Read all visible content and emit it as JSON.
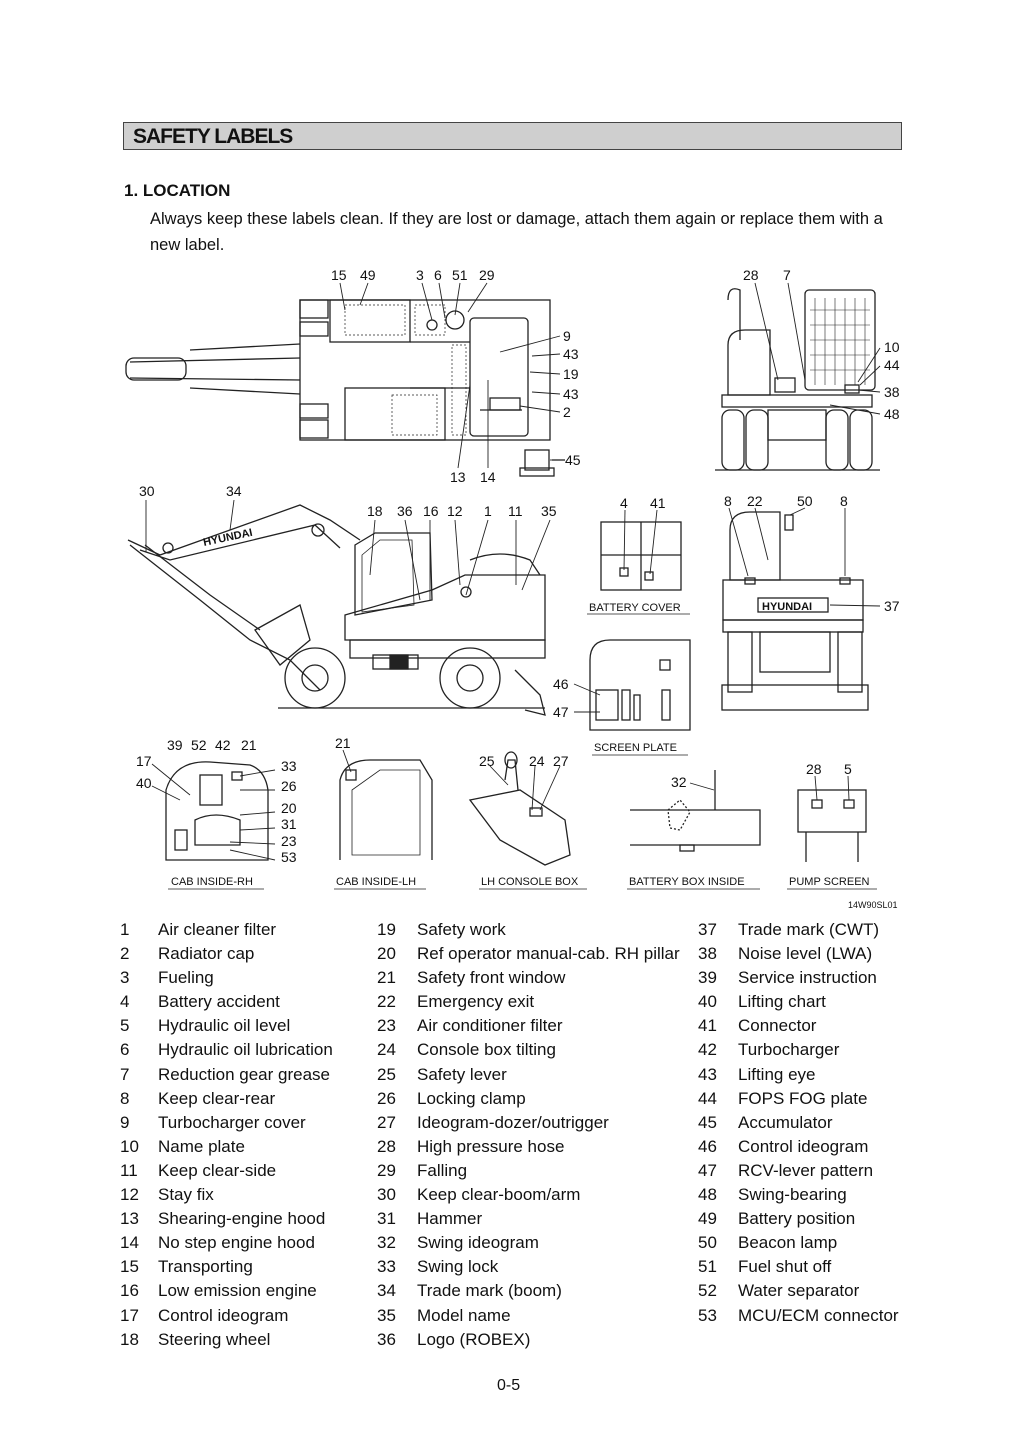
{
  "header": {
    "title": "SAFETY LABELS"
  },
  "section": {
    "heading": "1.  LOCATION",
    "intro": "Always keep these labels clean.  If they are lost or damage, attach them again or replace them with a new label."
  },
  "figure": {
    "code": "14W90SL01",
    "captions": {
      "battery_cover": "BATTERY COVER",
      "screen_plate": "SCREEN PLATE",
      "cab_inside_rh": "CAB INSIDE-RH",
      "cab_inside_lh": "CAB INSIDE-LH",
      "lh_console_box": "LH CONSOLE BOX",
      "battery_box_inside": "BATTERY BOX INSIDE",
      "pump_screen": "PUMP SCREEN"
    },
    "brand": "HYUNDAI",
    "callouts": {
      "top": [
        "15",
        "49",
        "3",
        "6",
        "51",
        "29",
        "9",
        "43",
        "19",
        "43",
        "2",
        "45",
        "13",
        "14"
      ],
      "rear": [
        "28",
        "7",
        "10",
        "44",
        "38",
        "48"
      ],
      "side": [
        "30",
        "34",
        "18",
        "36",
        "16",
        "12",
        "1",
        "11",
        "35"
      ],
      "battery_cover": [
        "4",
        "41"
      ],
      "front": [
        "8",
        "22",
        "50",
        "8",
        "37"
      ],
      "screen_plate": [
        "46",
        "47"
      ],
      "cab_rh": [
        "39",
        "52",
        "42",
        "21",
        "17",
        "40",
        "33",
        "26",
        "20",
        "31",
        "23",
        "53"
      ],
      "cab_lh": [
        "21"
      ],
      "console": [
        "25",
        "24",
        "27"
      ],
      "battery_box": [
        "32"
      ],
      "pump": [
        "28",
        "5"
      ]
    }
  },
  "legend": {
    "column1": [
      {
        "num": "1",
        "label": "Air cleaner filter"
      },
      {
        "num": "2",
        "label": "Radiator cap"
      },
      {
        "num": "3",
        "label": "Fueling"
      },
      {
        "num": "4",
        "label": "Battery accident"
      },
      {
        "num": "5",
        "label": "Hydraulic oil level"
      },
      {
        "num": "6",
        "label": "Hydraulic oil lubrication"
      },
      {
        "num": "7",
        "label": "Reduction gear grease"
      },
      {
        "num": "8",
        "label": "Keep clear-rear"
      },
      {
        "num": "9",
        "label": "Turbocharger cover"
      },
      {
        "num": "10",
        "label": "Name plate"
      },
      {
        "num": "11",
        "label": "Keep clear-side"
      },
      {
        "num": "12",
        "label": "Stay fix"
      },
      {
        "num": "13",
        "label": "Shearing-engine hood"
      },
      {
        "num": "14",
        "label": "No step engine hood"
      },
      {
        "num": "15",
        "label": "Transporting"
      },
      {
        "num": "16",
        "label": "Low emission engine"
      },
      {
        "num": "17",
        "label": "Control ideogram"
      },
      {
        "num": "18",
        "label": "Steering wheel"
      }
    ],
    "column2": [
      {
        "num": "19",
        "label": "Safety work"
      },
      {
        "num": "20",
        "label": "Ref operator manual-cab. RH pillar"
      },
      {
        "num": "21",
        "label": "Safety front window"
      },
      {
        "num": "22",
        "label": "Emergency exit"
      },
      {
        "num": "23",
        "label": "Air conditioner filter"
      },
      {
        "num": "24",
        "label": "Console box tilting"
      },
      {
        "num": "25",
        "label": "Safety lever"
      },
      {
        "num": "26",
        "label": "Locking clamp"
      },
      {
        "num": "27",
        "label": "Ideogram-dozer/outrigger"
      },
      {
        "num": "28",
        "label": "High pressure hose"
      },
      {
        "num": "29",
        "label": "Falling"
      },
      {
        "num": "30",
        "label": "Keep clear-boom/arm"
      },
      {
        "num": "31",
        "label": "Hammer"
      },
      {
        "num": "32",
        "label": "Swing ideogram"
      },
      {
        "num": "33",
        "label": "Swing lock"
      },
      {
        "num": "34",
        "label": "Trade mark (boom)"
      },
      {
        "num": "35",
        "label": "Model name"
      },
      {
        "num": "36",
        "label": "Logo (ROBEX)"
      }
    ],
    "column3": [
      {
        "num": "37",
        "label": "Trade mark (CWT)"
      },
      {
        "num": "38",
        "label": "Noise level (LWA)"
      },
      {
        "num": "39",
        "label": "Service instruction"
      },
      {
        "num": "40",
        "label": "Lifting chart"
      },
      {
        "num": "41",
        "label": "Connector"
      },
      {
        "num": "42",
        "label": "Turbocharger"
      },
      {
        "num": "43",
        "label": "Lifting eye"
      },
      {
        "num": "44",
        "label": "FOPS FOG plate"
      },
      {
        "num": "45",
        "label": "Accumulator"
      },
      {
        "num": "46",
        "label": "Control ideogram"
      },
      {
        "num": "47",
        "label": "RCV-lever pattern"
      },
      {
        "num": "48",
        "label": "Swing-bearing"
      },
      {
        "num": "49",
        "label": "Battery position"
      },
      {
        "num": "50",
        "label": "Beacon lamp"
      },
      {
        "num": "51",
        "label": "Fuel shut off"
      },
      {
        "num": "52",
        "label": "Water separator"
      },
      {
        "num": "53",
        "label": "MCU/ECM connector"
      }
    ]
  },
  "footer": {
    "page": "0-5"
  }
}
